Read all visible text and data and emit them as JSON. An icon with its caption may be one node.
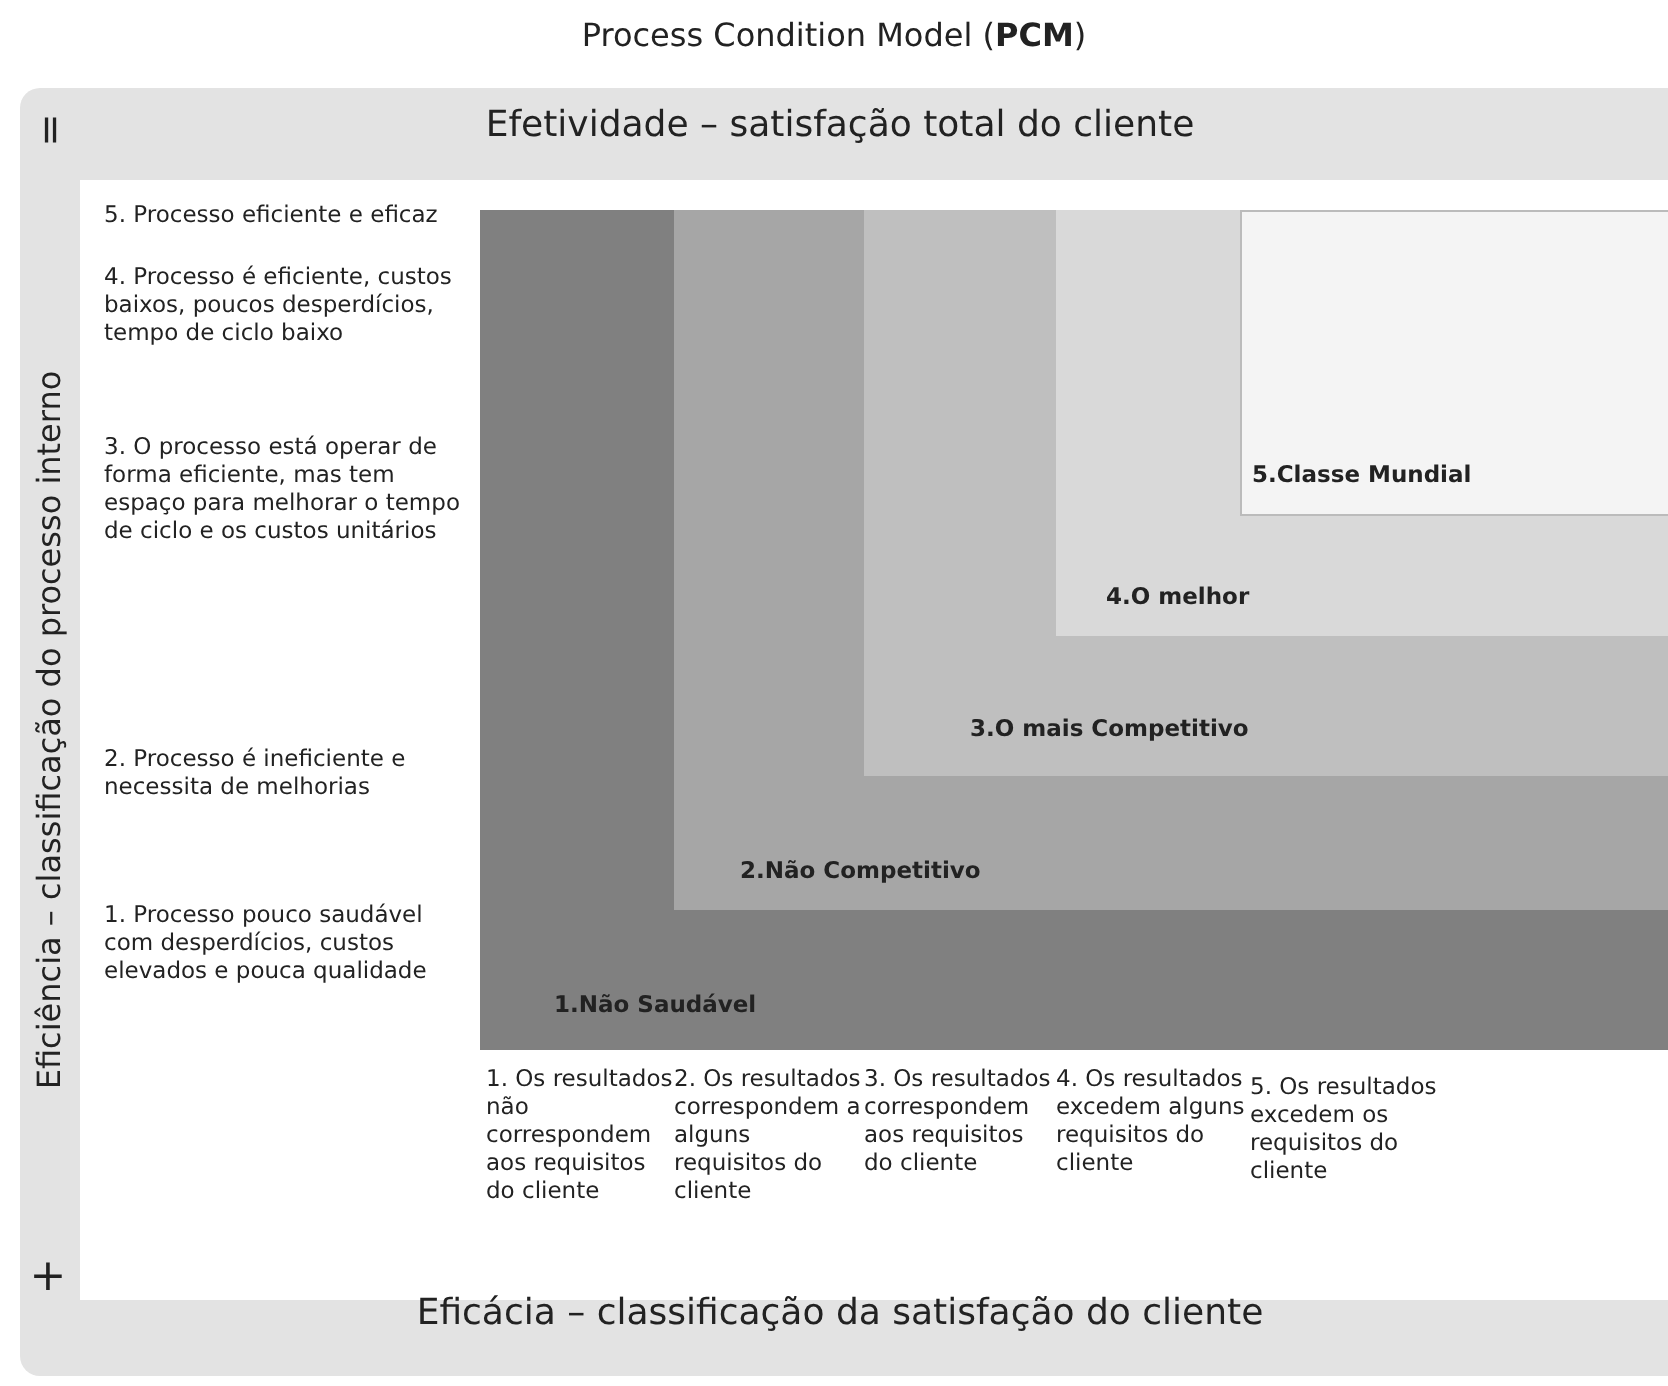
{
  "diagram": {
    "title": "Process Condition Model (**PCM**)",
    "nodes": [
      {
        "text": [
          "1.Não Saudável"
        ]
      },
      {
        "text": [
          "2.Não Competitivo"
        ],
        "in": 0
      },
      {
        "text": [
          "3.O mais Competitivo"
        ],
        "in": 1
      },
      {
        "text": [
          "4.O melhor"
        ],
        "in": 2
      },
      {
        "text": [
          "5.Classe Mundial"
        ],
        "in": 3
      }
    ],
    "labels": [
      "=",
      "Efetividade – satisfação total do cliente",
      "Eficiência – classificação do processo interno",
      "5. Processo eficiente e eficaz",
      "4. Processo é eficiente, custos baixos, poucos desperdícios, tempo de ciclo baixo",
      "3. O processo está operar  de forma eficiente, mas tem espaço para melhorar o tempo de ciclo e os custos unitários",
      "2. Processo é ineficiente e necessita de melhorias",
      "1. Processo pouco saudável com desperdícios, custos elevados e pouca qualidade",
      "1. Os resultados não correspondem aos requisitos do cliente",
      "2. Os resultados correspondem a alguns requisitos do cliente",
      "3. Os resultados correspondem  aos requisitos do cliente",
      "4. Os resultados excedem alguns requisitos do cliente",
      "5. Os resultados excedem os requisitos do cliente",
      "+",
      "Eficácia – classificação da satisfação do cliente"
    ]
  }
}
